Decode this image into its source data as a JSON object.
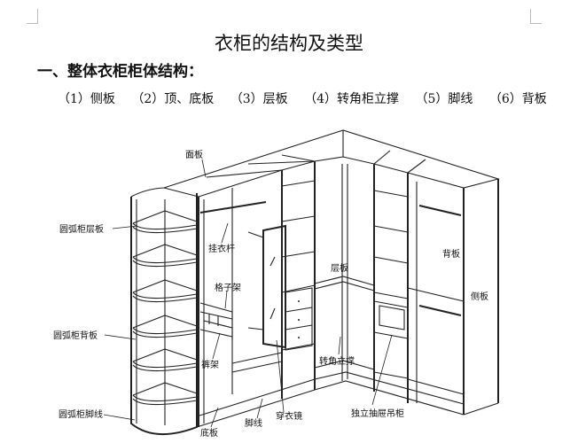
{
  "title": "衣柜的结构及类型",
  "section_heading": "一、整体衣柜柜体结构：",
  "parts": [
    "（1）侧板",
    "（2）顶、底板",
    "（3）层板",
    "（4）转角柜立撑",
    "（5）脚线",
    "（6）背板"
  ],
  "diagram_labels": {
    "top_panel": "面板",
    "arc_shelf": "圆弧柜层板",
    "hanging_rod": "挂衣杆",
    "grid_rack": "格子架",
    "arc_back": "圆弧柜背板",
    "trouser_rack": "裤架",
    "arc_plinth": "圆弧柜脚线",
    "bottom_panel": "底板",
    "plinth": "脚线",
    "mirror": "穿衣镜",
    "shelf": "层板",
    "corner_post": "转角立撑",
    "drawer_unit": "独立抽屉吊柜",
    "back_panel": "背板",
    "side_panel": "侧板"
  }
}
